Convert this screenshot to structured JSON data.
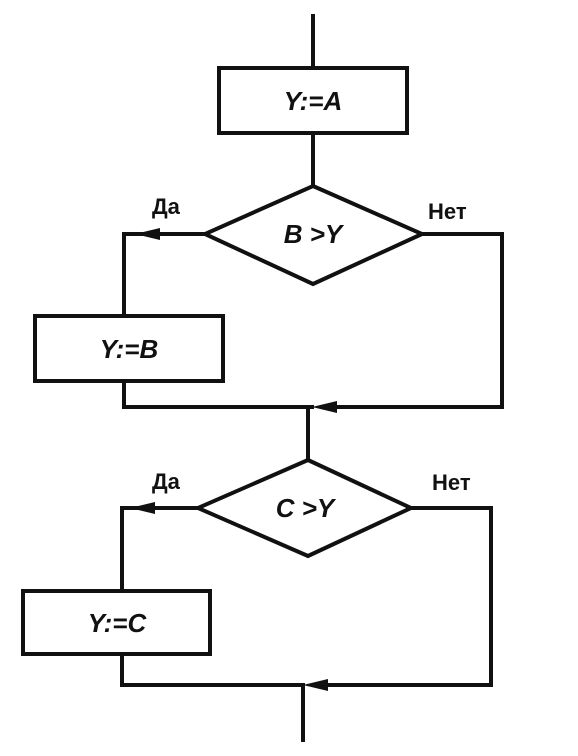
{
  "flowchart": {
    "assign_a": "Y:=A",
    "cond_1": "B >Y",
    "assign_b": "Y:=B",
    "cond_2": "C >Y",
    "assign_c": "Y:=C",
    "yes_1": "Да",
    "no_1": "Нет",
    "yes_2": "Да",
    "no_2": "Нет"
  },
  "colors": {
    "stroke": "#111111",
    "background": "#ffffff"
  }
}
